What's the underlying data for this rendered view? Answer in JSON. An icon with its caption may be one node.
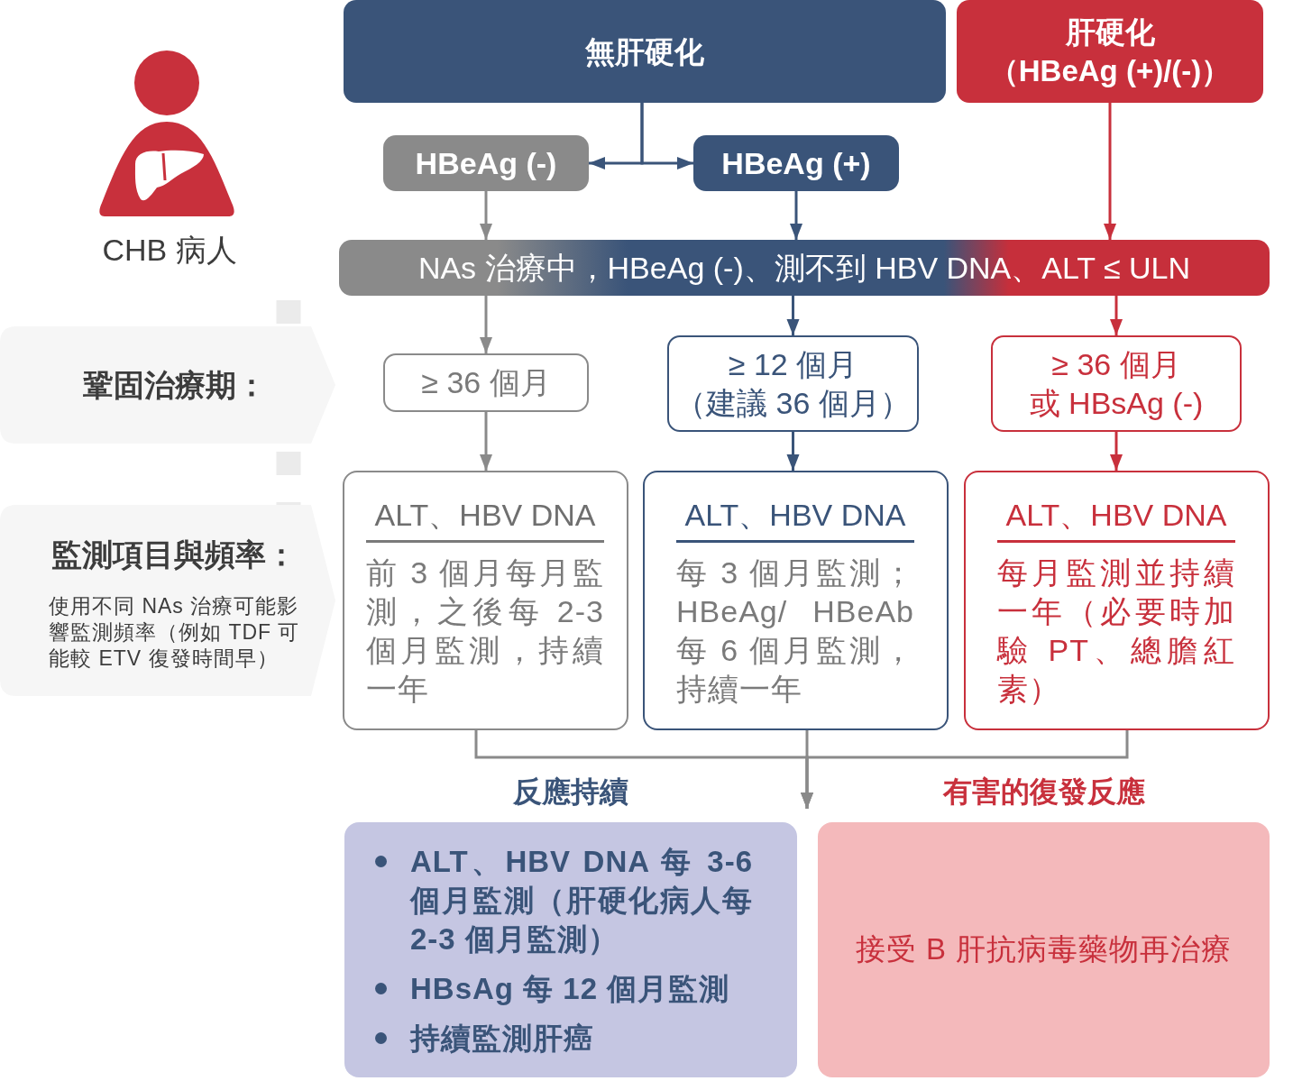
{
  "diagram": {
    "nodes": [
      {
        "text": [
          "無肝硬化"
        ]
      },
      {
        "text": [
          "肝硬化",
          "（HBeAg (+)/(-)）"
        ]
      },
      {
        "text": [
          "HBeAg (-)"
        ]
      },
      {
        "text": [
          "HBeAg (+)"
        ]
      },
      {
        "text": [
          "NAs 治療中，HBeAg (-)、測不到 HBV DNA、ALT ≤ ULN"
        ]
      },
      {
        "text": [
          "鞏固治療期："
        ]
      },
      {
        "text": [
          "≥ 36 個月"
        ]
      },
      {
        "text": [
          "≥ 12 個月",
          "（建議 36 個月）"
        ]
      },
      {
        "text": [
          "≥ 36 個月",
          "或 HBsAg (-)"
        ]
      },
      {
        "text": [
          "監測項目與頻率：",
          "使用不同 NAs 治療可能影響監測頻率（例如 TDF 可能較 ETV 復發時間早）"
        ]
      },
      {
        "text": [
          "ALT、HBV DNA",
          "前 3 個月每月監測，之後每 2-3 個月監測，持續一年"
        ]
      },
      {
        "text": [
          "ALT、HBV DNA",
          "每 3 個月監測；HBeAg/ HBeAb 每 6 個月監測，持續一年"
        ]
      },
      {
        "text": [
          "ALT、HBV DNA",
          "每月監測並持續一年（必要時加驗 PT、總膽紅素）"
        ]
      },
      {
        "text": [
          "反應持續",
          "ALT、HBV DNA 每 3-6 個月監測（肝硬化病人每 2-3 個月監測）",
          "HBsAg 每 12 個月監測",
          "持續監測肝癌"
        ]
      },
      {
        "text": [
          "有害的復發反應",
          "接受 B 肝抗病毒藥物再治療"
        ]
      }
    ],
    "edges": [
      {
        "from": 0,
        "to": 2,
        "arrow": "to",
        "color": "#3a5479"
      },
      {
        "from": 0,
        "to": 3,
        "arrow": "to",
        "color": "#3a5479"
      },
      {
        "from": 2,
        "to": 4,
        "arrow": "to"
      },
      {
        "from": 3,
        "to": 4,
        "arrow": "to",
        "color": "#3a5479"
      },
      {
        "from": 1,
        "to": 4,
        "arrow": "to",
        "color": "#c8303c"
      },
      {
        "from": 4,
        "to": 6,
        "arrow": "to"
      },
      {
        "from": 4,
        "to": 7,
        "arrow": "to",
        "color": "#3a5479"
      },
      {
        "from": 4,
        "to": 8,
        "arrow": "to",
        "color": "#c8303c"
      },
      {
        "from": 6,
        "to": 10,
        "arrow": "to"
      },
      {
        "from": 7,
        "to": 11,
        "arrow": "to",
        "color": "#3a5479"
      },
      {
        "from": 8,
        "to": 12,
        "arrow": "to",
        "color": "#c8303c"
      },
      {
        "from": 10,
        "to": 13,
        "arrow": "to"
      },
      {
        "from": 10,
        "to": 14,
        "arrow": "to"
      },
      {
        "from": 11,
        "to": 13,
        "arrow": "to"
      },
      {
        "from": 11,
        "to": 14,
        "arrow": "to"
      },
      {
        "from": 12,
        "to": 13,
        "arrow": "to"
      },
      {
        "from": 12,
        "to": 14,
        "arrow": "to"
      }
    ],
    "labels": [
      "CHB 病人"
    ]
  }
}
